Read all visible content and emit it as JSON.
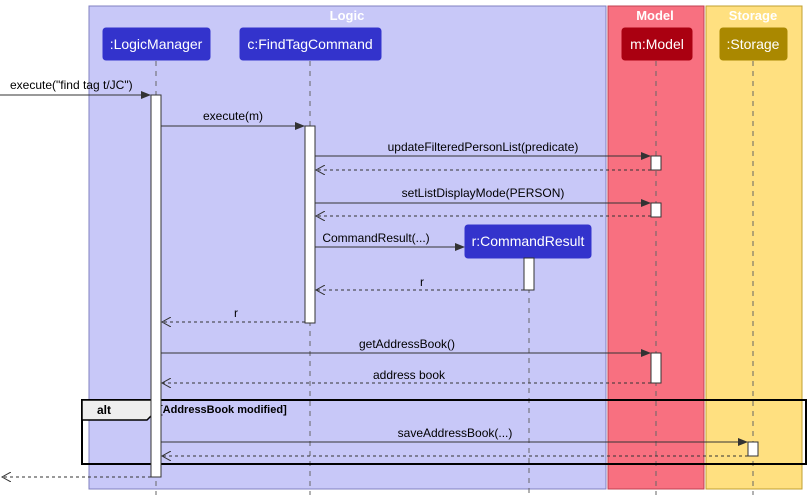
{
  "boxes": [
    {
      "id": "logic",
      "title": "Logic",
      "fill": "#c8c8f8",
      "border": "#8080c0"
    },
    {
      "id": "model",
      "title": "Model",
      "fill": "#f87080",
      "border": "#c04050"
    },
    {
      "id": "storage",
      "title": "Storage",
      "fill": "#ffe080",
      "border": "#c0a030"
    }
  ],
  "participants": [
    {
      "id": "lm",
      "label": ":LogicManager",
      "fill": "#3333cc",
      "text_color": "#ffffff"
    },
    {
      "id": "ftc",
      "label": "c:FindTagCommand",
      "fill": "#3333cc",
      "text_color": "#ffffff"
    },
    {
      "id": "cr",
      "label": "r:CommandResult",
      "fill": "#3333cc",
      "text_color": "#ffffff"
    },
    {
      "id": "model",
      "label": "m:Model",
      "fill": "#aa0011",
      "text_color": "#ffffff"
    },
    {
      "id": "storage",
      "label": ":Storage",
      "fill": "#aa8800",
      "text_color": "#ffffff"
    }
  ],
  "messages": [
    {
      "id": "m1",
      "label": "execute(\"find tag t/JC\")",
      "from": "external",
      "to": "lm",
      "kind": "sync"
    },
    {
      "id": "m2",
      "label": "execute(m)",
      "from": "lm",
      "to": "ftc",
      "kind": "sync"
    },
    {
      "id": "m3",
      "label": "updateFilteredPersonList(predicate)",
      "from": "ftc",
      "to": "model",
      "kind": "sync"
    },
    {
      "id": "m4",
      "label": "",
      "from": "model",
      "to": "ftc",
      "kind": "return"
    },
    {
      "id": "m5",
      "label": "setListDisplayMode(PERSON)",
      "from": "ftc",
      "to": "model",
      "kind": "sync"
    },
    {
      "id": "m6",
      "label": "",
      "from": "model",
      "to": "ftc",
      "kind": "return"
    },
    {
      "id": "m7",
      "label": "CommandResult(...)",
      "from": "ftc",
      "to": "cr",
      "kind": "create"
    },
    {
      "id": "m8",
      "label": "r",
      "from": "cr",
      "to": "ftc",
      "kind": "return"
    },
    {
      "id": "m9",
      "label": "r",
      "from": "ftc",
      "to": "lm",
      "kind": "return"
    },
    {
      "id": "m10",
      "label": "getAddressBook()",
      "from": "lm",
      "to": "model",
      "kind": "sync"
    },
    {
      "id": "m11",
      "label": "address book",
      "from": "model",
      "to": "lm",
      "kind": "return"
    },
    {
      "id": "m12",
      "label": "saveAddressBook(...)",
      "from": "lm",
      "to": "storage",
      "kind": "sync"
    },
    {
      "id": "m13",
      "label": "",
      "from": "storage",
      "to": "lm",
      "kind": "return"
    },
    {
      "id": "m14",
      "label": "",
      "from": "lm",
      "to": "external",
      "kind": "return"
    }
  ],
  "alt_frame": {
    "label": "alt",
    "guard": "[AddressBook modified]"
  },
  "colors": {
    "lifeline": "#666666",
    "arrow": "#333333",
    "activation_fill": "#ffffff",
    "activation_border": "#333333"
  }
}
